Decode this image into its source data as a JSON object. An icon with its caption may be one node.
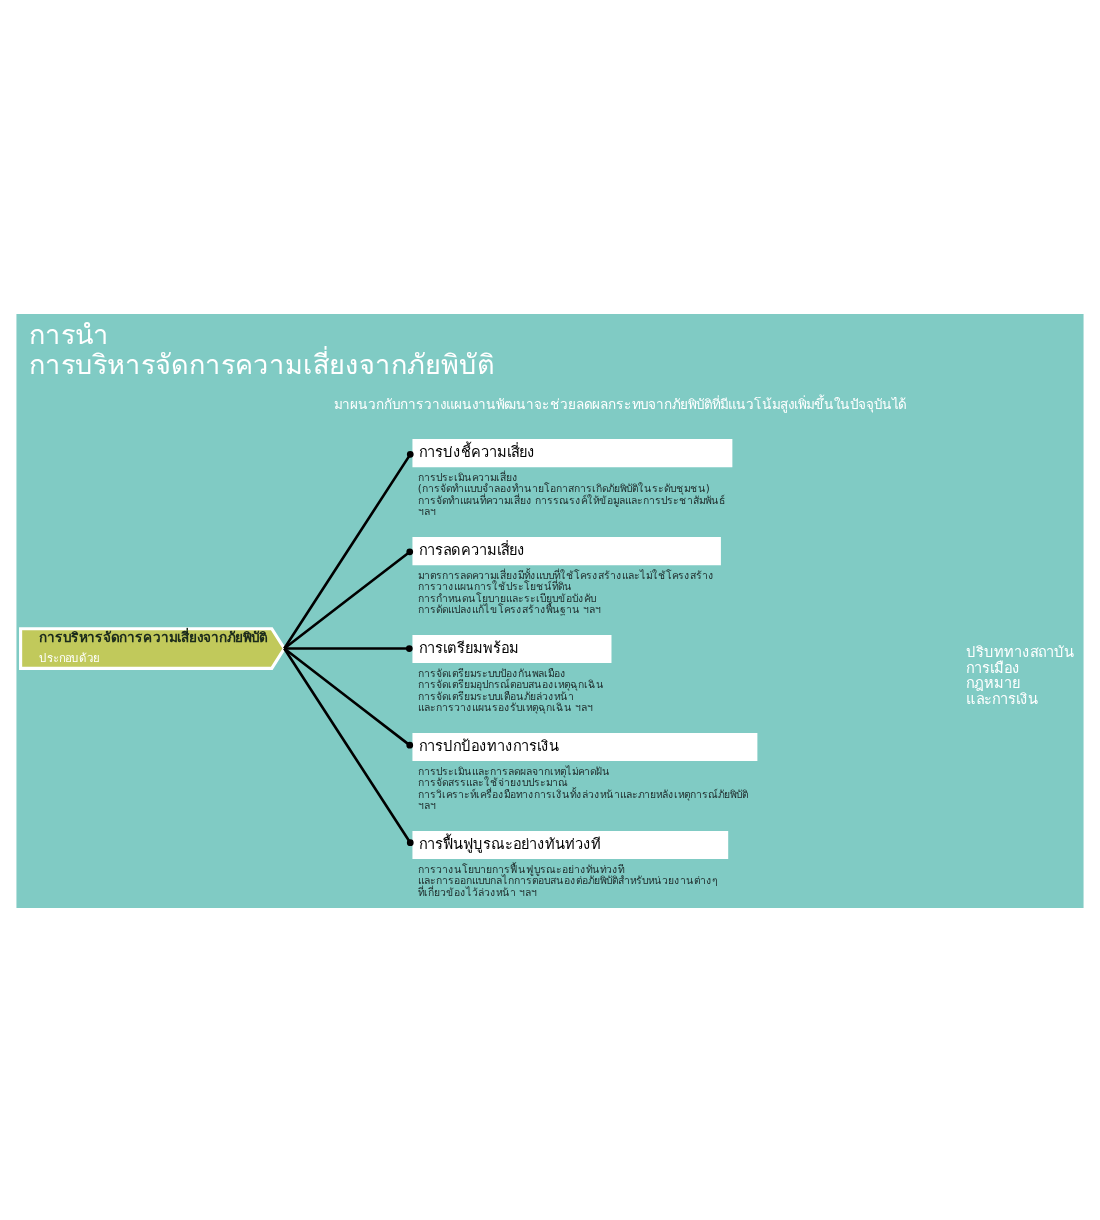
{
  "diagram": {
    "title": "การนำ การบริหารจัดการความเสี่ยงจากภัยพิบัติ",
    "nodes": [
      {
        "text": [
          "การบริหารจัดการความเสี่ยงจากภัยพิบัติ",
          "ประกอบด้วย"
        ]
      },
      {
        "text": [
          "การบ่งชี้ความเสี่ยง",
          "การประเมินความเสี่ยง (การจัดทำแบบจำลองทำนายโอกาสการเกิดภัยพิบัติในระดับชุมชน) การจัดทำแผนที่ความเสี่ยง การรณรงค์ให้ข้อมูลและการประชาสัมพันธ์ ฯลฯ"
        ]
      },
      {
        "text": [
          "การลดความเสี่ยง",
          "มาตรการลดความเสี่ยงมีทั้งแบบที่ใช้โครงสร้างและไม่ใช้โครงสร้าง การวางแผนการใช้ประโยชน์ที่ดิน การกำหนดนโยบายและระเบียบข้อบังคับ การดัดแปลงแก้ไขโครงสร้างพื้นฐาน ฯลฯ"
        ]
      },
      {
        "text": [
          "การเตรียมพร้อม",
          "การจัดเตรียมระบบป้องกันพลเมือง การจัดเตรียมอุปกรณ์ตอบสนองเหตุฉุกเฉิน การจัดเตรียมระบบเตือนภัยล่วงหน้า และการวางแผนรองรับเหตุฉุกเฉิน ฯลฯ"
        ]
      },
      {
        "text": [
          "การปกป้องทางการเงิน",
          "การประเมินและการลดผลจากเหตุไม่คาดฝัน การจัดสรรและใช้จ่ายงบประมาณ การวิเคราะห์เครื่องมือทางการเงินทั้งล่วงหน้าและภายหลังเหตุการณ์ภัยพิบัติ ฯลฯ"
        ]
      },
      {
        "text": [
          "การฟื้นฟูบูรณะอย่างทันท่วงที",
          "การวางนโยบายการฟื้นฟูบูรณะอย่างทันท่วงที และการออกแบบกลไกการตอบสนองต่อภัยพิบัติสำหรับหน่วยงานต่างๆ ที่เกี่ยวข้องไว้ล่วงหน้า ฯลฯ"
        ]
      }
    ],
    "edges": [
      {
        "from": 0,
        "to": 1,
        "arrow": "other"
      },
      {
        "from": 0,
        "to": 2,
        "arrow": "other"
      },
      {
        "from": 0,
        "to": 3,
        "arrow": "other"
      },
      {
        "from": 0,
        "to": 4,
        "arrow": "other"
      },
      {
        "from": 0,
        "to": 5,
        "arrow": "other"
      }
    ],
    "labels": [
      "มาผนวกกับการวางแผนงานพัฒนาจะช่วยลดผลกระทบจากภัยพิบัติที่มีแนวโน้มสูงเพิ่มขึ้นในปัจจุบันได้",
      "ปริบททางสถาบัน การเมือง กฎหมาย และการเงิน"
    ]
  }
}
